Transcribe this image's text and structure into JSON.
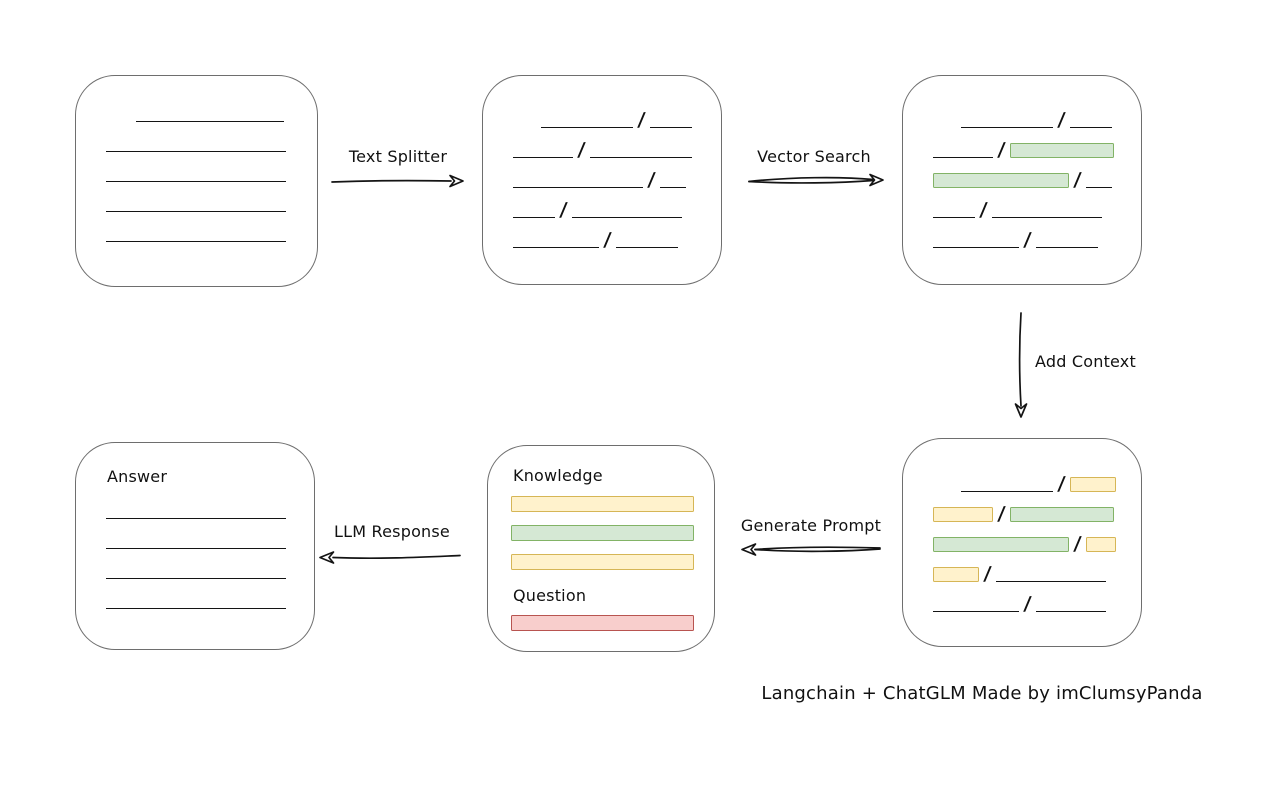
{
  "caption": "Langchain + ChatGLM Made by imClumsyPanda",
  "colors": {
    "green_fill": "#d5e8d4",
    "green_border": "#82b366",
    "yellow_fill": "#fff2cc",
    "yellow_border": "#d6b656",
    "red_fill": "#f8cecc",
    "red_border": "#b85450",
    "box_border": "#6e6e6e",
    "line_color": "#141414"
  },
  "arrows": {
    "text_splitter": {
      "label": "Text Splitter",
      "direction": "right"
    },
    "vector_search": {
      "label": "Vector Search",
      "direction": "right"
    },
    "add_context": {
      "label": "Add Context",
      "direction": "down"
    },
    "generate_prompt": {
      "label": "Generate Prompt",
      "direction": "left"
    },
    "llm_response": {
      "label": "LLM Response",
      "direction": "left"
    }
  },
  "nodes": {
    "document": {
      "rows": [
        [
          {
            "t": "space",
            "w": 30
          },
          {
            "t": "line",
            "w": 148
          }
        ],
        [
          {
            "t": "line",
            "w": 180
          }
        ],
        [
          {
            "t": "line",
            "w": 180
          }
        ],
        [
          {
            "t": "line",
            "w": 180
          }
        ],
        [
          {
            "t": "line",
            "w": 180
          }
        ]
      ]
    },
    "chunks": {
      "rows": [
        [
          {
            "t": "space",
            "w": 28
          },
          {
            "t": "line",
            "w": 92
          },
          {
            "t": "slash"
          },
          {
            "t": "line",
            "w": 42
          }
        ],
        [
          {
            "t": "line",
            "w": 60
          },
          {
            "t": "slash"
          },
          {
            "t": "line",
            "w": 102
          }
        ],
        [
          {
            "t": "line",
            "w": 130
          },
          {
            "t": "slash"
          },
          {
            "t": "line",
            "w": 26
          }
        ],
        [
          {
            "t": "line",
            "w": 42
          },
          {
            "t": "slash"
          },
          {
            "t": "line",
            "w": 110
          }
        ],
        [
          {
            "t": "line",
            "w": 86
          },
          {
            "t": "slash"
          },
          {
            "t": "line",
            "w": 62
          }
        ]
      ]
    },
    "matched_chunks": {
      "rows": [
        [
          {
            "t": "space",
            "w": 28
          },
          {
            "t": "line",
            "w": 92
          },
          {
            "t": "slash"
          },
          {
            "t": "line",
            "w": 42
          }
        ],
        [
          {
            "t": "line",
            "w": 60
          },
          {
            "t": "slash"
          },
          {
            "t": "bar",
            "c": "green",
            "w": 104
          }
        ],
        [
          {
            "t": "bar",
            "c": "green",
            "w": 136
          },
          {
            "t": "slash"
          },
          {
            "t": "line",
            "w": 26
          }
        ],
        [
          {
            "t": "line",
            "w": 42
          },
          {
            "t": "slash"
          },
          {
            "t": "line",
            "w": 110
          }
        ],
        [
          {
            "t": "line",
            "w": 86
          },
          {
            "t": "slash"
          },
          {
            "t": "line",
            "w": 62
          }
        ]
      ]
    },
    "context_chunks": {
      "rows": [
        [
          {
            "t": "space",
            "w": 28
          },
          {
            "t": "line",
            "w": 92
          },
          {
            "t": "slash"
          },
          {
            "t": "bar",
            "c": "yellow",
            "w": 46
          }
        ],
        [
          {
            "t": "bar",
            "c": "yellow",
            "w": 60
          },
          {
            "t": "slash"
          },
          {
            "t": "bar",
            "c": "green",
            "w": 104
          }
        ],
        [
          {
            "t": "bar",
            "c": "green",
            "w": 136
          },
          {
            "t": "slash"
          },
          {
            "t": "bar",
            "c": "yellow",
            "w": 30
          }
        ],
        [
          {
            "t": "bar",
            "c": "yellow",
            "w": 46
          },
          {
            "t": "slash"
          },
          {
            "t": "line",
            "w": 110
          }
        ],
        [
          {
            "t": "line",
            "w": 86
          },
          {
            "t": "slash"
          },
          {
            "t": "line",
            "w": 70
          }
        ]
      ]
    },
    "prompt": {
      "knowledge_label": "Knowledge",
      "question_label": "Question",
      "knowledge_bars": [
        "yellow",
        "green",
        "yellow"
      ],
      "question_bars": [
        "red"
      ]
    },
    "answer": {
      "label": "Answer",
      "rows": [
        [
          {
            "t": "line",
            "w": 180
          }
        ],
        [
          {
            "t": "line",
            "w": 180
          }
        ],
        [
          {
            "t": "line",
            "w": 180
          }
        ],
        [
          {
            "t": "line",
            "w": 180
          }
        ]
      ]
    }
  }
}
